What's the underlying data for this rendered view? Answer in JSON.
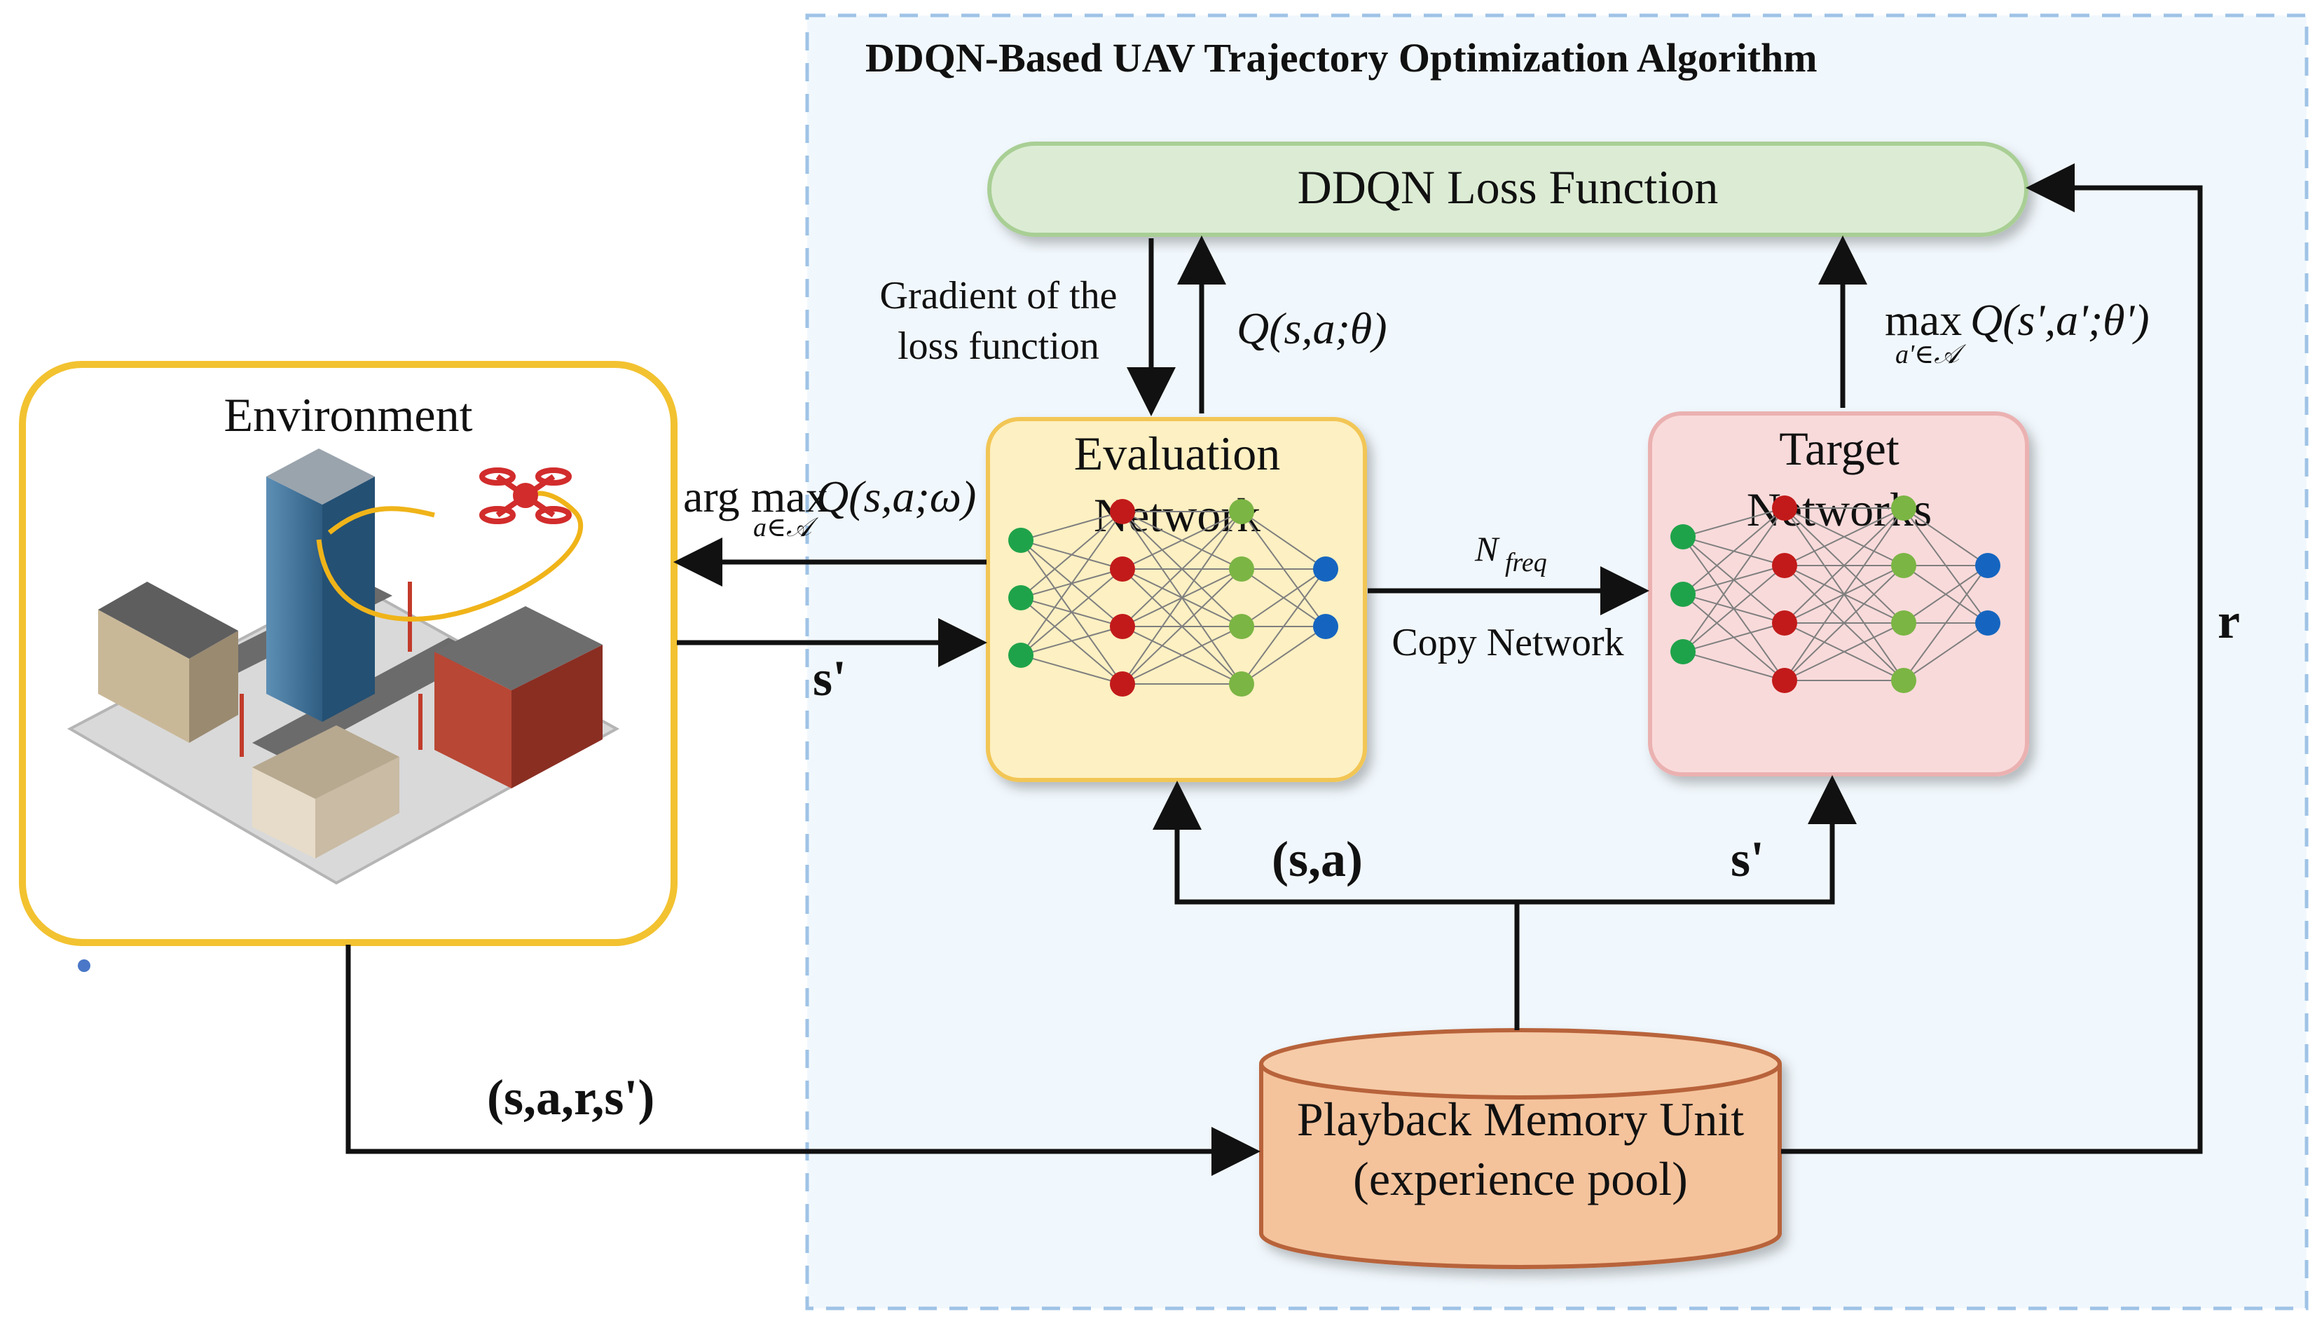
{
  "title": "DDQN-Based UAV Trajectory Optimization Algorithm",
  "environment": {
    "label": "Environment"
  },
  "loss": {
    "label": "DDQN Loss Function"
  },
  "evaluation": {
    "line1": "Evaluation",
    "line2": "Network"
  },
  "target": {
    "line1": "Target",
    "line2": "Networks"
  },
  "memory": {
    "line1": "Playback Memory Unit",
    "line2": "(experience pool)"
  },
  "labels": {
    "gradient_line1": "Gradient of the",
    "gradient_line2": "loss function",
    "q_eval": "Q(s,a;θ)",
    "q_target_prefix": "max",
    "q_target_sub": "a'∈𝒜",
    "q_target_expr": "Q(s',a';θ')",
    "argmax_prefix": "arg max",
    "argmax_sub": "a∈𝒜",
    "argmax_expr": "Q(s,a;ω)",
    "n_freq_n": "N",
    "n_freq_sub": "freq",
    "copy_network": "Copy Network",
    "s_prime_env": "s'",
    "s_prime_mem": "s'",
    "sa": "(s,a)",
    "sars": "(s,a,r,s')",
    "r": "r"
  },
  "colors": {
    "dashed_frame": "#9fc3e6",
    "frame_fill": "#f1f8fd",
    "loss_fill": "#dcecd4",
    "loss_border": "#a9cf95",
    "eval_fill": "#fdf0c2",
    "eval_border": "#f2c654",
    "target_fill": "#f9dada",
    "target_border": "#ebb1b1",
    "memory_fill": "#f4c39c",
    "memory_border": "#b8643a",
    "env_border": "#f2c230",
    "node_green": "#1fa34a",
    "node_red": "#c21a1a",
    "node_lightgreen": "#7bb544",
    "node_blue": "#1565c0"
  }
}
